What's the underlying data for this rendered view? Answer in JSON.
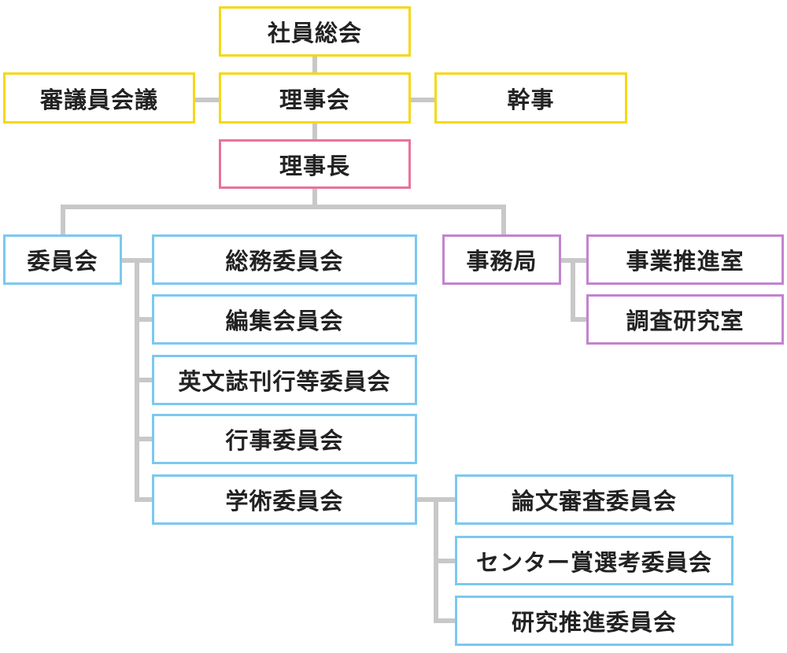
{
  "org": {
    "general_meeting": "社員総会",
    "council": "審議員会議",
    "board": "理事会",
    "auditor": "幹事",
    "president": "理事長",
    "committees": {
      "head": "委員会",
      "items": [
        "総務委員会",
        "編集会員会",
        "英文誌刊行等委員会",
        "行事委員会",
        "学術委員会"
      ],
      "academic_sub": [
        "論文審査委員会",
        "センター賞選考委員会",
        "研究推進委員会"
      ]
    },
    "secretariat": {
      "head": "事務局",
      "items": [
        "事業推進室",
        "調査研究室"
      ]
    }
  },
  "colors": {
    "top_tier": "#f5d815",
    "president": "#e8739a",
    "committees": "#7cc8f0",
    "secretariat": "#c283cf",
    "connector": "#c8c8c8"
  }
}
